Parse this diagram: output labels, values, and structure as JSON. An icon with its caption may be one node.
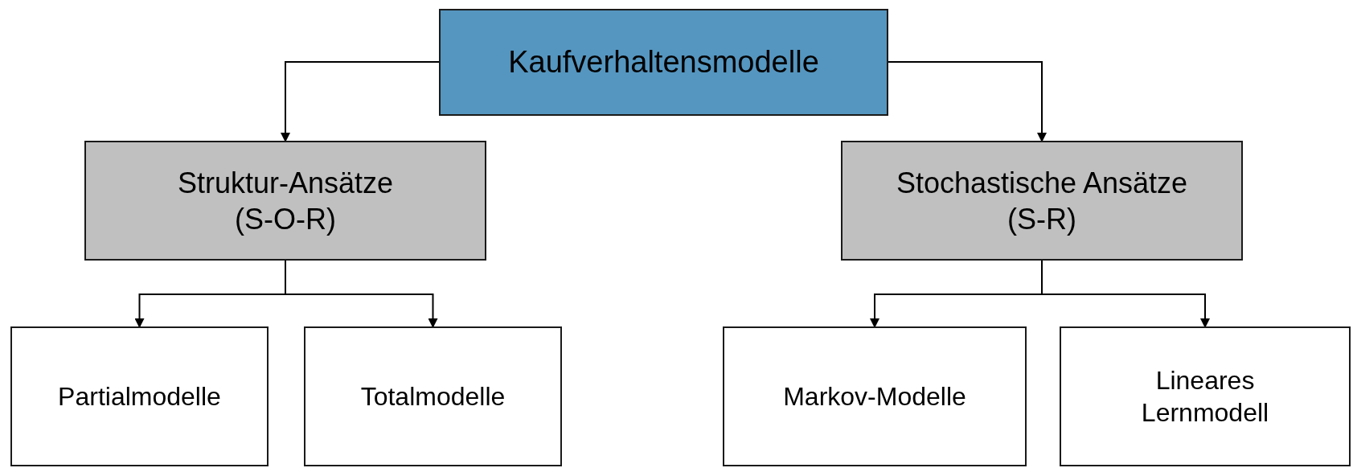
{
  "diagram": {
    "nodes": [
      {
        "text": [
          "Kaufverhaltensmodelle"
        ]
      },
      {
        "text": [
          "Struktur-Ansätze (S-O-R)"
        ]
      },
      {
        "text": [
          "Stochastische Ansätze (S-R)"
        ]
      },
      {
        "text": [
          "Partialmodelle"
        ]
      },
      {
        "text": [
          "Totalmodelle"
        ]
      },
      {
        "text": [
          "Markov-Modelle"
        ]
      },
      {
        "text": [
          "Lineares Lernmodell"
        ]
      }
    ],
    "edges": [
      {
        "from": 0,
        "to": 1,
        "arrow": "to"
      },
      {
        "from": 0,
        "to": 2,
        "arrow": "to"
      },
      {
        "from": 1,
        "to": 3,
        "arrow": "to"
      },
      {
        "from": 1,
        "to": 4,
        "arrow": "to"
      },
      {
        "from": 2,
        "to": 5,
        "arrow": "to"
      },
      {
        "from": 2,
        "to": 6,
        "arrow": "to"
      }
    ]
  }
}
